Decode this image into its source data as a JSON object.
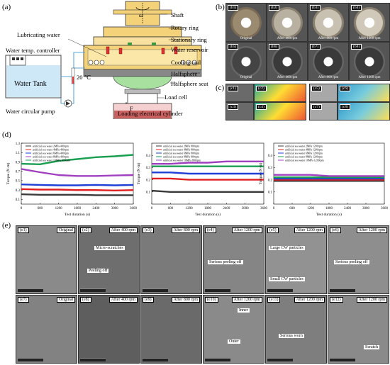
{
  "panels": {
    "a": "(a)",
    "b": "(b)",
    "c": "(c)",
    "d": "(d)",
    "e": "(e)"
  },
  "schematic": {
    "shaft": "Shaft",
    "omega": "ω",
    "rotary_ring": "Rotary ring",
    "stationary_ring": "Stationary ring",
    "lubricating_water": "Lubricating water",
    "water_reservoir": "Water reservoir",
    "cooling_coil": "Cooling coil",
    "halfsphere": "Halfsphere",
    "halfsphere_seat": "Halfsphere seat",
    "load_cell": "Load cell",
    "force": "F",
    "loading_cylinder": "Loading electrical cylinder",
    "water_temp_controller": "Water temp. controller",
    "water_tank": "Water Tank",
    "temperature": "20 ℃",
    "pump": "Water circular pump"
  },
  "photos_b": [
    {
      "tag": "(b1)",
      "cap": "Original"
    },
    {
      "tag": "(b2)",
      "cap": "After 400 rpm"
    },
    {
      "tag": "(b3)",
      "cap": "After 800 rpm"
    },
    {
      "tag": "(b4)",
      "cap": "After 1200 rpm"
    },
    {
      "tag": "(b5)",
      "cap": "Original"
    },
    {
      "tag": "(b6)",
      "cap": "After 400 rpm"
    },
    {
      "tag": "(b7)",
      "cap": "After 800 rpm"
    },
    {
      "tag": "(b8)",
      "cap": "After 1200 rpm"
    }
  ],
  "tiles_c": [
    "(c1)",
    "(c2)",
    "(c3)",
    "(c4)",
    "(c5)",
    "(c6)",
    "(c7)",
    "(c8)"
  ],
  "sem_e": [
    {
      "tag": "(e1)",
      "cap": "Original"
    },
    {
      "tag": "(e2)",
      "cap": "After 400 rpm"
    },
    {
      "tag": "(e3)",
      "cap": "After 800 rpm"
    },
    {
      "tag": "(e4)",
      "cap": "After 1200 rpm"
    },
    {
      "tag": "(e5)",
      "cap": "After 1200 rpm"
    },
    {
      "tag": "(e6)",
      "cap": "After 1200 rpm"
    },
    {
      "tag": "(e7)",
      "cap": "Original"
    },
    {
      "tag": "(e8)",
      "cap": "After 400 rpm"
    },
    {
      "tag": "(e9)",
      "cap": "After 800 rpm"
    },
    {
      "tag": "(e10)",
      "cap": "After 1200 rpm"
    },
    {
      "tag": "(e11)",
      "cap": "After 1200 rpm"
    },
    {
      "tag": "(e12)",
      "cap": "After 1200 rpm"
    }
  ],
  "sem_annotations": {
    "micro_scratches": "Micro-scratches",
    "peeling_off": "Peeling off",
    "serious_peeling_off_e4": "Serious peeling off",
    "large_cw": "Large CW particles",
    "small_cw": "Small CW particles",
    "serious_peeling_off_e6": "Serious peeling off",
    "inner": "Inner",
    "outer": "Outer",
    "serious_worn": "Serious worn",
    "scratch": "Scratch"
  },
  "colors": {
    "black": "#3a3a3a",
    "red": "#e02020",
    "blue": "#1f3fd6",
    "purple": "#a040c0",
    "green": "#1a9e50"
  },
  "chart_data": [
    {
      "type": "line",
      "xlabel": "Test duration (s)",
      "ylabel": "Torque (N·m)",
      "xlim": [
        0,
        3600
      ],
      "ylim": [
        0,
        1.3
      ],
      "xticks": [
        0,
        600,
        1200,
        1800,
        2400,
        3000,
        3600
      ],
      "yticks": [
        0.1,
        0.3,
        0.5,
        0.7,
        0.9,
        1.1,
        1.3
      ],
      "series": [
        {
          "name": "artificial sea water 2MPa 400rpm",
          "color": "#3a3a3a",
          "x": [
            0,
            600,
            1200,
            1800,
            2400,
            3000,
            3600
          ],
          "values": [
            0.21,
            0.2,
            0.2,
            0.2,
            0.19,
            0.19,
            0.19
          ]
        },
        {
          "name": "artificial sea water 4MPa 400rpm",
          "color": "#e02020",
          "x": [
            0,
            600,
            1200,
            1800,
            2400,
            3000,
            3600
          ],
          "values": [
            0.32,
            0.31,
            0.31,
            0.3,
            0.3,
            0.29,
            0.3
          ]
        },
        {
          "name": "artificial sea water 6MPa 400rpm",
          "color": "#1f3fd6",
          "x": [
            0,
            600,
            1200,
            1800,
            2400,
            3000,
            3600
          ],
          "values": [
            0.42,
            0.41,
            0.4,
            0.4,
            0.41,
            0.4,
            0.41
          ]
        },
        {
          "name": "artificial sea water 8MPa 400rpm",
          "color": "#a040c0",
          "x": [
            0,
            600,
            1200,
            1800,
            2400,
            3000,
            3600
          ],
          "values": [
            0.75,
            0.68,
            0.62,
            0.6,
            0.6,
            0.61,
            0.62
          ]
        },
        {
          "name": "artificial sea water 10MPa 400rpm",
          "color": "#1a9e50",
          "x": [
            0,
            600,
            1200,
            1800,
            2400,
            3000,
            3600
          ],
          "values": [
            0.86,
            0.85,
            0.92,
            0.96,
            1.0,
            1.02,
            1.05
          ]
        }
      ]
    },
    {
      "type": "line",
      "xlabel": "Test duration (s)",
      "ylabel": "Torque (N·m)",
      "xlim": [
        0,
        3600
      ],
      "ylim": [
        0,
        0.5
      ],
      "xticks": [
        0,
        600,
        1200,
        1800,
        2400,
        3000,
        3600
      ],
      "yticks": [
        0.1,
        0.2,
        0.3,
        0.4
      ],
      "series": [
        {
          "name": "artificial sea water 2MPa 800rpm",
          "color": "#3a3a3a",
          "x": [
            0,
            600,
            1200,
            1800,
            2400,
            3000,
            3600
          ],
          "values": [
            0.11,
            0.1,
            0.1,
            0.1,
            0.1,
            0.1,
            0.1
          ]
        },
        {
          "name": "artificial sea water 4MPa 800rpm",
          "color": "#e02020",
          "x": [
            0,
            600,
            1200,
            1800,
            2400,
            3000,
            3600
          ],
          "values": [
            0.21,
            0.21,
            0.2,
            0.2,
            0.2,
            0.2,
            0.2
          ]
        },
        {
          "name": "artificial sea water 6MPa 800rpm",
          "color": "#1f3fd6",
          "x": [
            0,
            600,
            1200,
            1800,
            2400,
            3000,
            3600
          ],
          "values": [
            0.26,
            0.26,
            0.25,
            0.25,
            0.25,
            0.25,
            0.25
          ]
        },
        {
          "name": "artificial sea water 8MPa 800rpm",
          "color": "#1a9e50",
          "x": [
            0,
            600,
            1200,
            1800,
            2400,
            3000,
            3600
          ],
          "values": [
            0.31,
            0.31,
            0.31,
            0.31,
            0.31,
            0.31,
            0.31
          ]
        },
        {
          "name": "artificial sea water 10MPa 800rpm",
          "color": "#a040c0",
          "x": [
            0,
            600,
            1200,
            1800,
            2400,
            3000,
            3600
          ],
          "values": [
            0.33,
            0.33,
            0.34,
            0.34,
            0.35,
            0.35,
            0.35
          ]
        }
      ]
    },
    {
      "type": "line",
      "xlabel": "Test duration (s)",
      "ylabel": "Torque (N·m)",
      "xlim": [
        0,
        3600
      ],
      "ylim": [
        0,
        0.5
      ],
      "xticks": [
        0,
        600,
        1200,
        1800,
        2400,
        3000,
        3600
      ],
      "yticks": [
        0.1,
        0.2,
        0.3,
        0.4
      ],
      "series": [
        {
          "name": "artificial sea water 2MPa 1200rpm",
          "color": "#3a3a3a",
          "x": [
            0,
            600,
            1200,
            1800,
            2400,
            3000,
            3600
          ],
          "values": [
            0.19,
            0.19,
            0.19,
            0.19,
            0.19,
            0.19,
            0.19
          ]
        },
        {
          "name": "artificial sea water 4MPa 1200rpm",
          "color": "#e02020",
          "x": [
            0,
            600,
            1200,
            1800,
            2400,
            3000,
            3600
          ],
          "values": [
            0.2,
            0.2,
            0.2,
            0.2,
            0.2,
            0.2,
            0.2
          ]
        },
        {
          "name": "artificial sea water 6MPa 1200rpm",
          "color": "#1f3fd6",
          "x": [
            0,
            600,
            1200,
            1800,
            2400,
            3000,
            3600
          ],
          "values": [
            0.21,
            0.21,
            0.21,
            0.21,
            0.21,
            0.21,
            0.21
          ]
        },
        {
          "name": "artificial sea water 8MPa 1200rpm",
          "color": "#1a9e50",
          "x": [
            0,
            600,
            1200,
            1800,
            2400,
            3000,
            3600
          ],
          "values": [
            0.22,
            0.22,
            0.22,
            0.22,
            0.22,
            0.22,
            0.22
          ]
        },
        {
          "name": "artificial sea water 10MPa 1200rpm",
          "color": "#a040c0",
          "x": [
            0,
            600,
            1200,
            1800,
            2400,
            3000,
            3600
          ],
          "values": [
            0.24,
            0.24,
            0.24,
            0.23,
            0.23,
            0.23,
            0.23
          ]
        }
      ]
    }
  ]
}
